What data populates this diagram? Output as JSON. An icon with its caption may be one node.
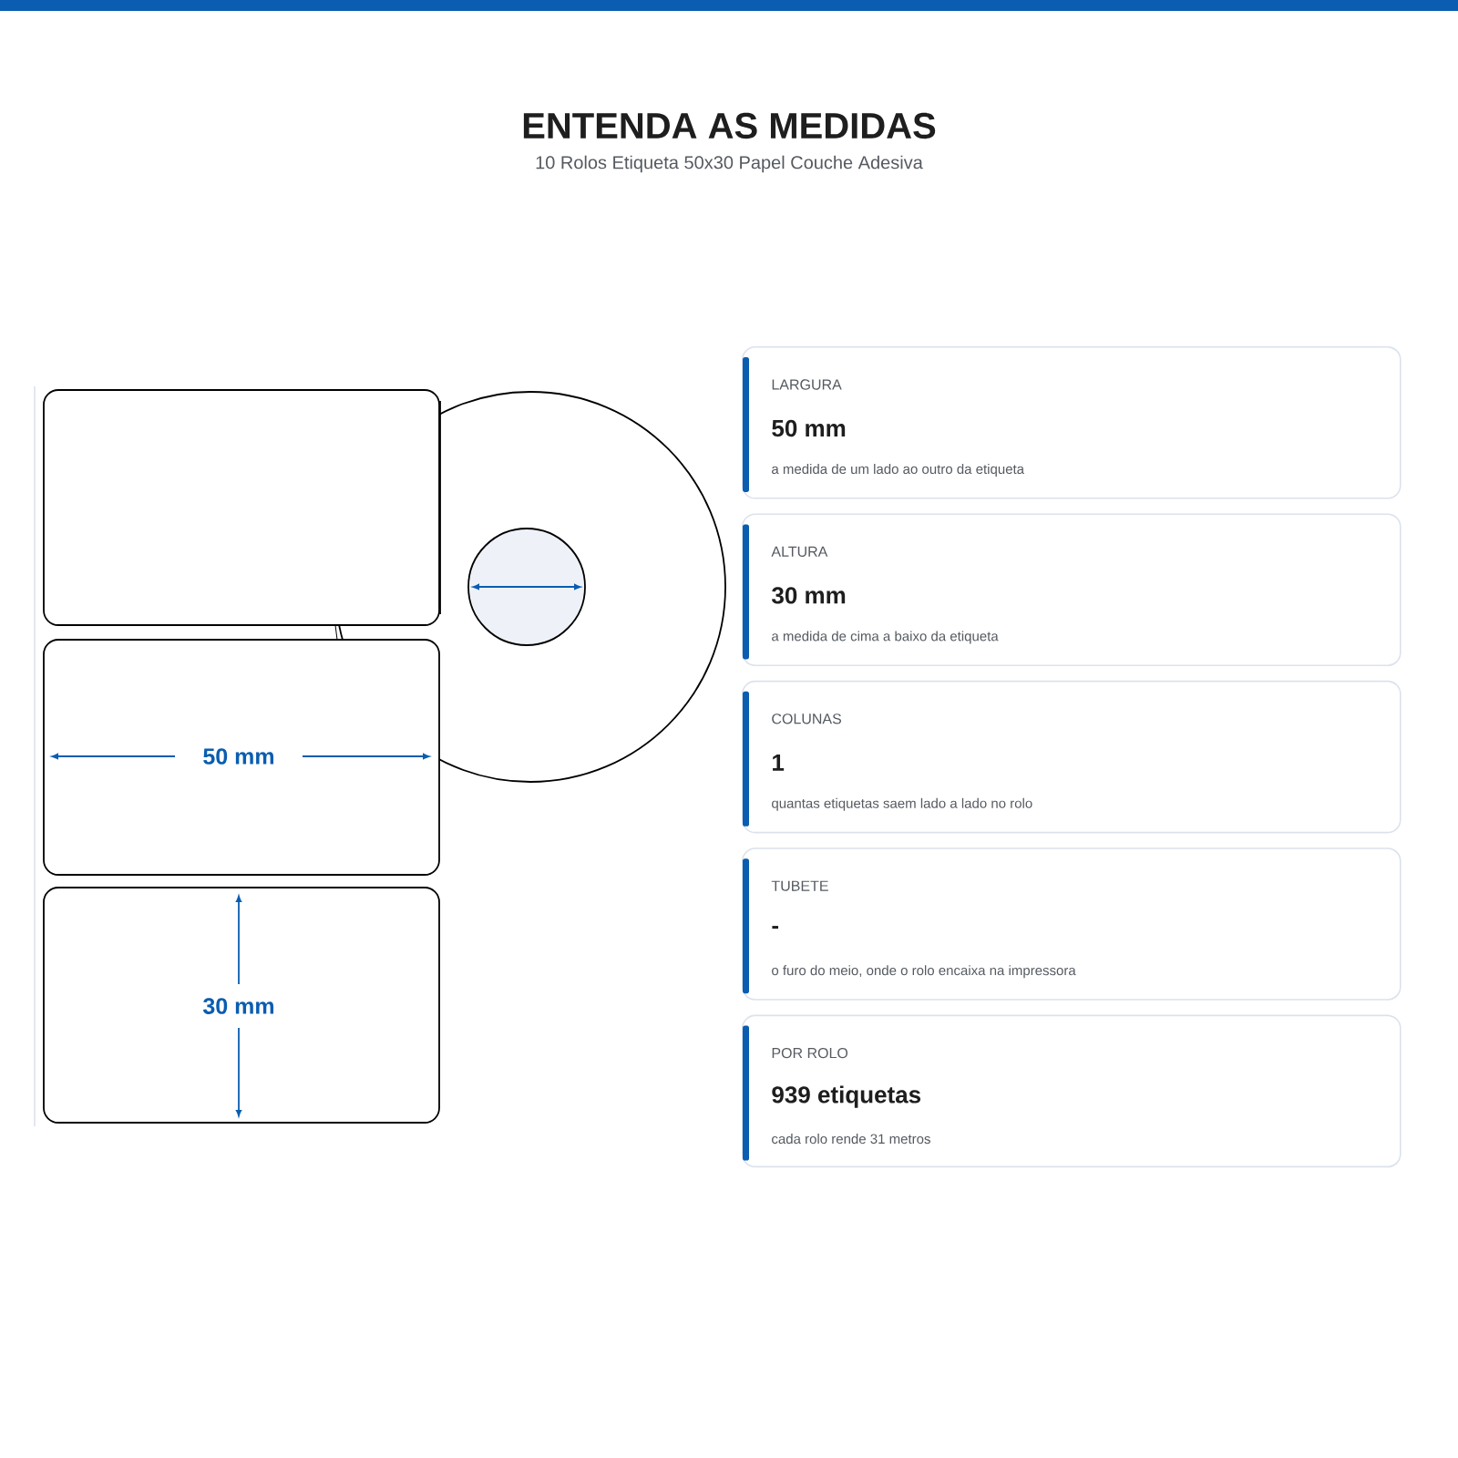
{
  "diagram": {
    "title": "ENTENDA AS MEDIDAS",
    "nodes": [
      {
        "text": [
          "LARGURA",
          "50 mm",
          "a medida de um lado ao outro da etiqueta"
        ]
      },
      {
        "text": [
          "ALTURA",
          "30 mm",
          "a medida de cima a baixo da etiqueta"
        ]
      },
      {
        "text": [
          "COLUNAS",
          "1",
          "quantas etiquetas saem lado a lado no rolo"
        ]
      },
      {
        "text": [
          "TUBETE",
          "-",
          "o furo do meio, onde o rolo encaixa na impressora"
        ]
      },
      {
        "text": [
          "POR ROLO",
          "939 etiquetas",
          "cada rolo rende 31 metros"
        ]
      }
    ],
    "labels": [
      "10 Rolos Etiqueta 50x30 Papel Couche Adesiva",
      "50 mm",
      "30 mm"
    ]
  }
}
